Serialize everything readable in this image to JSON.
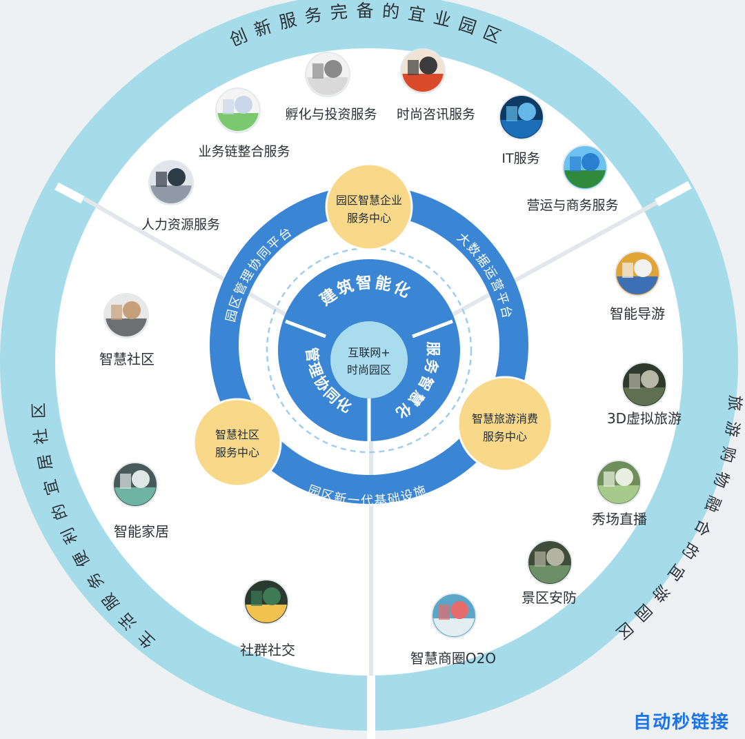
{
  "outer_ring": {
    "top_text": "创新服务完备的宜业园区",
    "left_text": "生活服务便利的宜居社区",
    "right_text": "旅游购物融合的宜游园区"
  },
  "middle_ring": {
    "left_text": "园区管理协同平台",
    "right_text": "大数据运营平台",
    "bottom_text": "园区新一代基础设施"
  },
  "inner_sectors": {
    "top": "建筑智能化",
    "left": "管理协同化",
    "right": "服务智慧化"
  },
  "center": {
    "line1": "互联网+",
    "line2": "时尚园区"
  },
  "centers": {
    "top": {
      "line1": "园区智慧企业",
      "line2": "服务中心"
    },
    "left": {
      "line1": "智慧社区",
      "line2": "服务中心"
    },
    "right": {
      "line1": "智慧旅游消费",
      "line2": "服务中心"
    }
  },
  "services": [
    {
      "label": "孵化与投资服务",
      "icon": "incubation-icon"
    },
    {
      "label": "时尚咨讯服务",
      "icon": "consulting-icon"
    },
    {
      "label": "业务链整合服务",
      "icon": "business-chain-icon"
    },
    {
      "label": "IT服务",
      "icon": "it-icon"
    },
    {
      "label": "人力资源服务",
      "icon": "hr-icon"
    },
    {
      "label": "营运与商务服务",
      "icon": "globe-icon"
    },
    {
      "label": "智慧社区",
      "icon": "community-icon"
    },
    {
      "label": "智能家居",
      "icon": "smart-home-icon"
    },
    {
      "label": "社群社交",
      "icon": "social-icon"
    },
    {
      "label": "智能导游",
      "icon": "smart-guide-icon"
    },
    {
      "label": "3D虚拟旅游",
      "icon": "virtual-tour-icon"
    },
    {
      "label": "秀场直播",
      "icon": "live-show-icon"
    },
    {
      "label": "景区安防",
      "icon": "security-icon"
    },
    {
      "label": "智慧商圈O2O",
      "icon": "o2o-icon"
    }
  ],
  "watermark": "自动秒链接",
  "colors": {
    "outer_ring": "#a6dcea",
    "blue_ring": "#3a86d4",
    "center": "#a8dcee",
    "yellow": "#f8d98a",
    "background": "#eef1f4"
  }
}
